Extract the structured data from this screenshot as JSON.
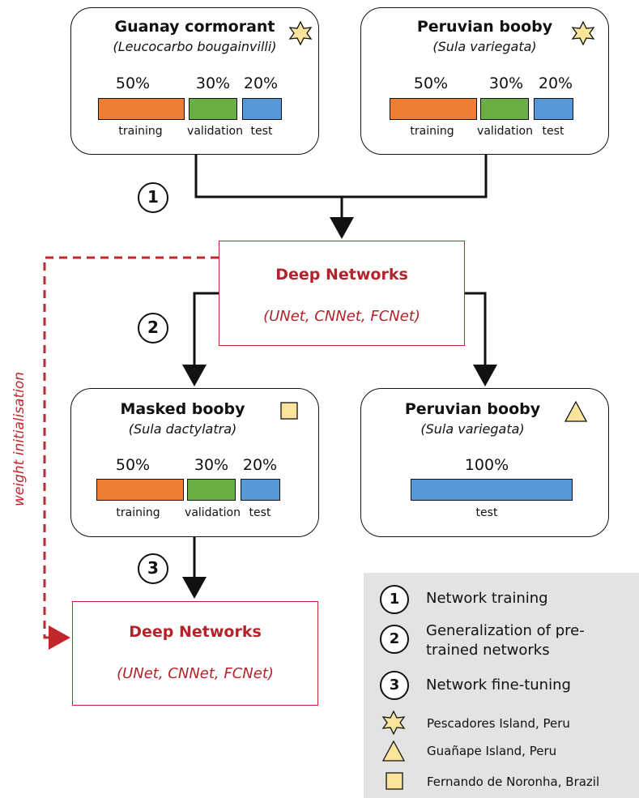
{
  "datasets": {
    "guanay": {
      "title": "Guanay cormorant",
      "species": "(Leucocarbo bougainvilli)",
      "marker": "star-icon",
      "splits": [
        {
          "label": "training",
          "percent": "50%"
        },
        {
          "label": "validation",
          "percent": "30%"
        },
        {
          "label": "test",
          "percent": "20%"
        }
      ]
    },
    "peruvian_train": {
      "title": "Peruvian booby",
      "species": "(Sula variegata)",
      "marker": "star-icon",
      "splits": [
        {
          "label": "training",
          "percent": "50%"
        },
        {
          "label": "validation",
          "percent": "30%"
        },
        {
          "label": "test",
          "percent": "20%"
        }
      ]
    },
    "masked": {
      "title": "Masked booby",
      "species": "(Sula dactylatra)",
      "marker": "square-icon",
      "splits": [
        {
          "label": "training",
          "percent": "50%"
        },
        {
          "label": "validation",
          "percent": "30%"
        },
        {
          "label": "test",
          "percent": "20%"
        }
      ]
    },
    "peruvian_test": {
      "title": "Peruvian booby",
      "species": "(Sula variegata)",
      "marker": "triangle-icon",
      "splits": [
        {
          "label": "test",
          "percent": "100%"
        }
      ]
    }
  },
  "networks": {
    "top": {
      "title": "Deep Networks",
      "subtitle": "(UNet, CNNet, FCNet)"
    },
    "bottom": {
      "title": "Deep Networks",
      "subtitle": "(UNet, CNNet, FCNet)"
    }
  },
  "steps": [
    "1",
    "2",
    "3"
  ],
  "weight_init_label": "weight initialisation",
  "legend": {
    "steps": [
      {
        "number": "1",
        "text": "Network training"
      },
      {
        "number": "2",
        "text": "Generalization of pre-trained networks"
      },
      {
        "number": "3",
        "text": "Network fine-tuning"
      }
    ],
    "markers": [
      {
        "icon": "star-icon",
        "text": "Pescadores Island, Peru"
      },
      {
        "icon": "triangle-icon",
        "text": "Guañape Island, Peru"
      },
      {
        "icon": "square-icon",
        "text": "Fernando de Noronha, Brazil"
      }
    ]
  },
  "colors": {
    "training": "#ee7e32",
    "validation": "#6aaf44",
    "test": "#5698d8",
    "marker_fill": "#fce49b",
    "network_red": "#c0282d"
  }
}
